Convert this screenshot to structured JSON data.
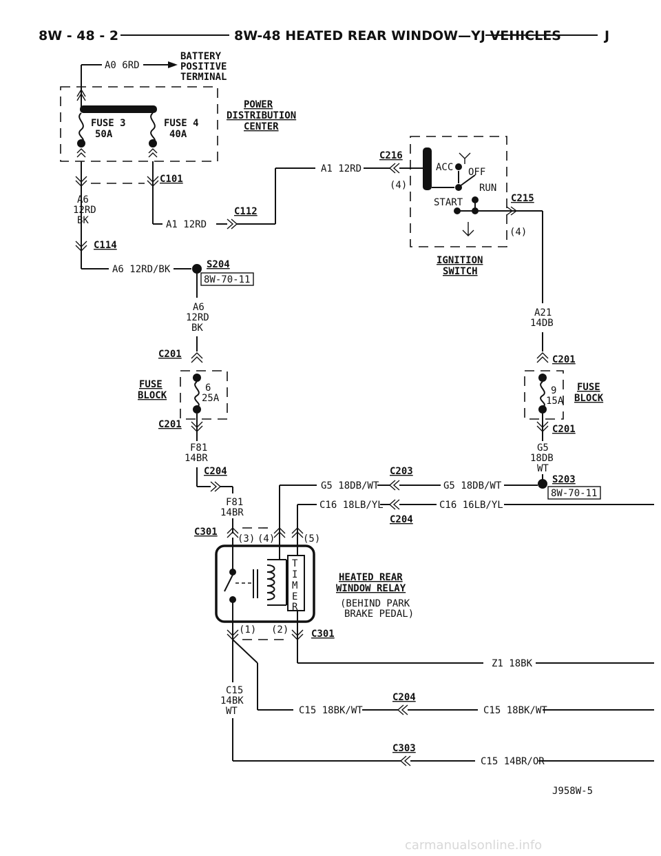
{
  "header": {
    "page": "8W - 48 - 2",
    "title": "8W-48 HEATED REAR WINDOW—YJ VEHICLES",
    "brand": "J"
  },
  "battery": {
    "wire": "A0 6RD",
    "label_lines": [
      "BATTERY",
      "POSITIVE",
      "TERMINAL"
    ]
  },
  "pdc": {
    "label_lines": [
      "POWER",
      "DISTRIBUTION",
      "CENTER"
    ],
    "fuse3": "FUSE 3",
    "fuse3_rating": "50A",
    "fuse4": "FUSE 4",
    "fuse4_rating": "40A"
  },
  "connectors": {
    "c101": "C101",
    "c112": "C112",
    "c114": "C114",
    "c216": "C216",
    "c215": "C215",
    "c216_pin": "(4)",
    "c215_pin": "(4)",
    "c201_l_top": "C201",
    "c201_l_bot": "C201",
    "c201_r_top": "C201",
    "c201_r_bot": "C201",
    "c204_a": "C204",
    "c203_a": "C203",
    "c204_b": "C204",
    "c301_top": "C301",
    "c301_bot": "C301",
    "c204_c": "C204",
    "c303": "C303",
    "s204": "S204",
    "s203": "S203",
    "ref_s204": "8W-70-11",
    "ref_s203": "8W-70-11"
  },
  "wires": {
    "a6_l1": "A6",
    "a6_l2": "12RD",
    "a6_l3": "BK",
    "a1_lower": "A1 12RD",
    "a1_upper": "A1 12RD",
    "a6_s204": "A6 12RD/BK",
    "a6b_l1": "A6",
    "a6b_l2": "12RD",
    "a6b_l3": "BK",
    "a21_l1": "A21",
    "a21_l2": "14DB",
    "f81_l1": "F81",
    "f81_l2": "14BR",
    "g5_l1": "G5",
    "g5_l2": "18DB",
    "g5_l3": "WT",
    "g5_left": "G5 18DB/WT",
    "g5_right": "G5 18DB/WT",
    "c16_left": "C16 18LB/YL",
    "c16_right": "C16 16LB/YL",
    "f81b_l1": "F81",
    "f81b_l2": "14BR",
    "z1": "Z1 18BK",
    "c15_l1": "C15",
    "c15_l2": "14BK",
    "c15_l3": "WT",
    "c15_mid": "C15 18BK/WT",
    "c15_right": "C15 18BK/WT",
    "c15_or": "C15 14BR/OR"
  },
  "ignition": {
    "label_lines": [
      "IGNITION",
      "SWITCH"
    ],
    "acc": "ACC",
    "off": "OFF",
    "run": "RUN",
    "start": "START"
  },
  "fuse_block_left": {
    "label_lines": [
      "FUSE",
      "BLOCK"
    ],
    "fuse": "6",
    "rating": "25A"
  },
  "fuse_block_right": {
    "label_lines": [
      "FUSE",
      "BLOCK"
    ],
    "fuse": "9",
    "rating": "15A"
  },
  "relay": {
    "label_lines": [
      "HEATED REAR",
      "WINDOW RELAY"
    ],
    "note_lines": [
      "(BEHIND PARK",
      "BRAKE PEDAL)"
    ],
    "timer_letters": [
      "T",
      "I",
      "M",
      "E",
      "R"
    ],
    "pin1": "(1)",
    "pin2": "(2)",
    "pin3": "(3)",
    "pin4": "(4)",
    "pin5": "(5)"
  },
  "figure_id": "J958W-5",
  "watermark": "carmanualsonline.info"
}
